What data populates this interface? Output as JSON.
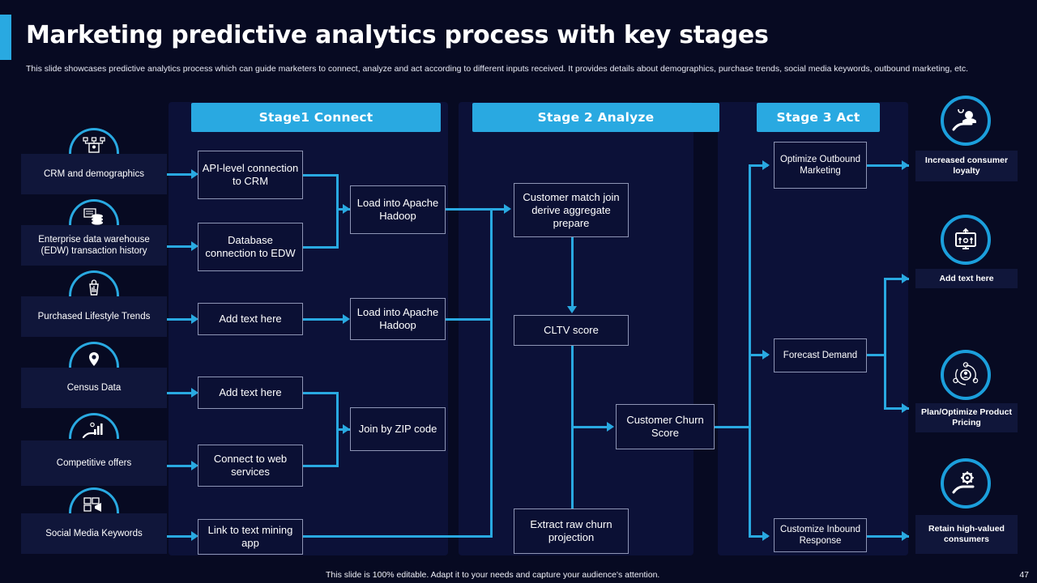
{
  "header": {
    "title": "Marketing predictive analytics process with key stages",
    "subtitle": "This slide showcases predictive analytics process which can guide marketers to connect, analyze and act according to different inputs received. It provides details about demographics, purchase trends, social media keywords, outbound marketing, etc.",
    "accent_color": "#29a9e1"
  },
  "stages": [
    {
      "label": "Stage1  Connect"
    },
    {
      "label": "Stage 2  Analyze"
    },
    {
      "label": "Stage 3  Act"
    }
  ],
  "sources": [
    {
      "label": "CRM and demographics",
      "icon": "crm-network-icon"
    },
    {
      "label": "Enterprise data warehouse (EDW) transaction history",
      "icon": "database-stack-icon"
    },
    {
      "label": "Purchased Lifestyle Trends",
      "icon": "shopping-trend-icon"
    },
    {
      "label": "Census Data",
      "icon": "location-pin-icon"
    },
    {
      "label": "Competitive offers",
      "icon": "hand-chart-icon"
    },
    {
      "label": "Social Media Keywords",
      "icon": "social-keywords-icon"
    }
  ],
  "connect_stage": {
    "inputs": [
      {
        "label": "API-level connection to CRM"
      },
      {
        "label": "Database connection to EDW"
      },
      {
        "label": "Add text here"
      },
      {
        "label": "Add text here"
      },
      {
        "label": "Connect to web services"
      },
      {
        "label": "Link to text mining app"
      }
    ],
    "loaders": [
      {
        "label": "Load into Apache Hadoop"
      },
      {
        "label": "Load into Apache Hadoop"
      },
      {
        "label": "Join by ZIP code"
      }
    ]
  },
  "analyze_stage": {
    "boxes": [
      {
        "label": "Customer match join derive aggregate prepare"
      },
      {
        "label": "CLTV score"
      },
      {
        "label": "Customer Churn Score"
      },
      {
        "label": "Extract raw churn projection"
      }
    ]
  },
  "act_stage": {
    "boxes": [
      {
        "label": "Optimize Outbound Marketing"
      },
      {
        "label": "Forecast Demand"
      },
      {
        "label": "Customize Inbound Response"
      }
    ]
  },
  "outcomes": [
    {
      "label": "Increased consumer loyalty",
      "icon": "hand-customer-icon"
    },
    {
      "label": "Add text here",
      "icon": "monitor-growth-icon"
    },
    {
      "label": "Plan/Optimize Product Pricing",
      "icon": "user-orbit-icon"
    },
    {
      "label": "Retain high-valued consumers",
      "icon": "hand-gear-icon"
    }
  ],
  "footer": {
    "note": "This slide is 100% editable. Adapt it to your needs and capture your audience's attention.",
    "page": "47"
  }
}
